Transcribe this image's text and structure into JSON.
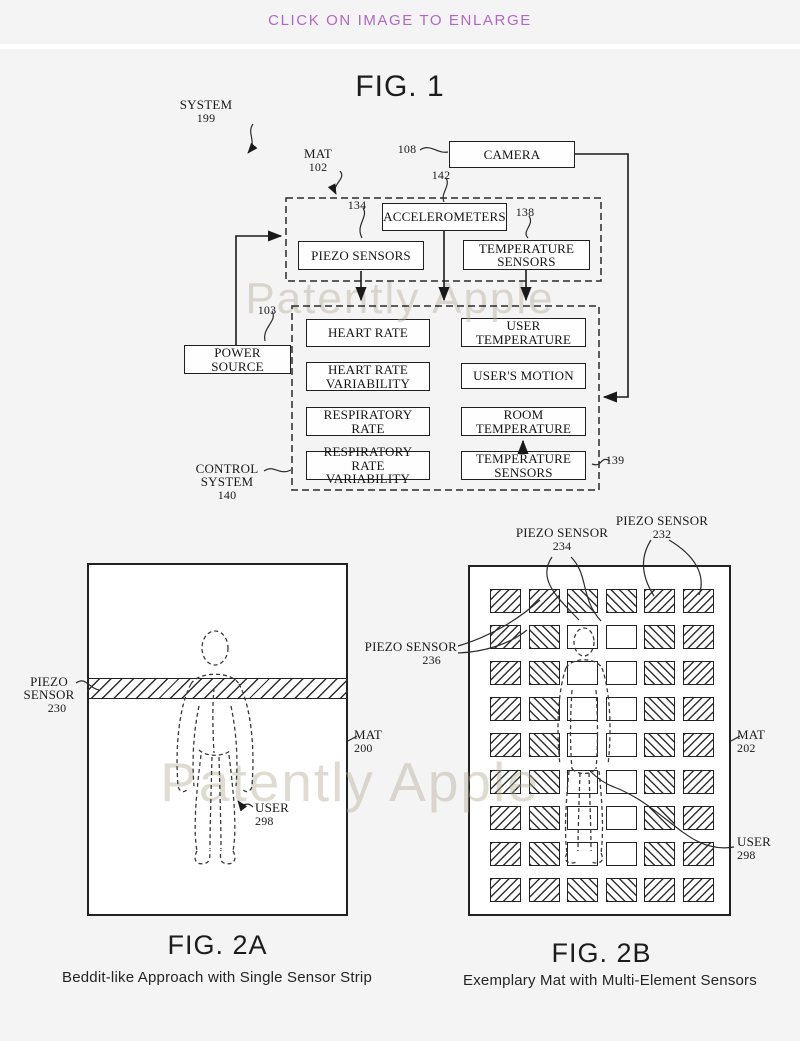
{
  "header": {
    "enlarge_text": "CLICK ON IMAGE TO ENLARGE"
  },
  "watermark": "Patently Apple",
  "fig1": {
    "title": "FIG. 1",
    "boxes": {
      "camera": "CAMERA",
      "accelerometers": "ACCELEROMETERS",
      "piezo_sensors": "PIEZO SENSORS",
      "temperature_sensors": "TEMPERATURE SENSORS",
      "heart_rate": "HEART RATE",
      "heart_rate_variability": "HEART RATE VARIABILITY",
      "respiratory_rate": "RESPIRATORY RATE",
      "respiratory_rate_variability": "RESPIRATORY RATE VARIABILITY",
      "user_temperature": "USER TEMPERATURE",
      "users_motion": "USER'S MOTION",
      "room_temperature": "ROOM TEMPERATURE",
      "temperature_sensors2": "TEMPERATURE SENSORS",
      "power_source": "POWER SOURCE"
    },
    "refs": {
      "system": {
        "name": "SYSTEM",
        "num": "199"
      },
      "mat": {
        "name": "MAT",
        "num": "102"
      },
      "camera": {
        "num": "108"
      },
      "accelerometers": {
        "num": "142"
      },
      "piezo": {
        "num": "134"
      },
      "temperature": {
        "num": "138"
      },
      "power": {
        "num": "103"
      },
      "control": {
        "line1": "CONTROL",
        "line2": "SYSTEM",
        "num": "140"
      },
      "temperature2": {
        "num": "139"
      }
    }
  },
  "fig2a": {
    "caption": "FIG. 2A",
    "subcaption": "Beddit-like Approach with Single Sensor Strip",
    "labels": {
      "piezo": {
        "line1": "PIEZO",
        "line2": "SENSOR",
        "num": "230"
      },
      "mat": {
        "name": "MAT",
        "num": "200"
      },
      "user": {
        "name": "USER",
        "num": "298"
      }
    }
  },
  "fig2b": {
    "caption": "FIG. 2B",
    "subcaption": "Exemplary Mat with Multi-Element Sensors",
    "labels": {
      "piezo234": {
        "name": "PIEZO SENSOR",
        "num": "234"
      },
      "piezo232": {
        "name": "PIEZO SENSOR",
        "num": "232"
      },
      "piezo236": {
        "name": "PIEZO SENSOR",
        "num": "236"
      },
      "mat": {
        "name": "MAT",
        "num": "202"
      },
      "user": {
        "name": "USER",
        "num": "298"
      }
    },
    "grid": {
      "cols": 6,
      "rows": 9,
      "pattern": [
        "//\\\\//",
        "/\\..\\/",
        "/\\..\\/",
        "/\\..\\/",
        "/\\..\\/",
        "/\\..\\/",
        "/\\..\\/",
        "/\\..\\/",
        "//\\\\//"
      ]
    }
  }
}
